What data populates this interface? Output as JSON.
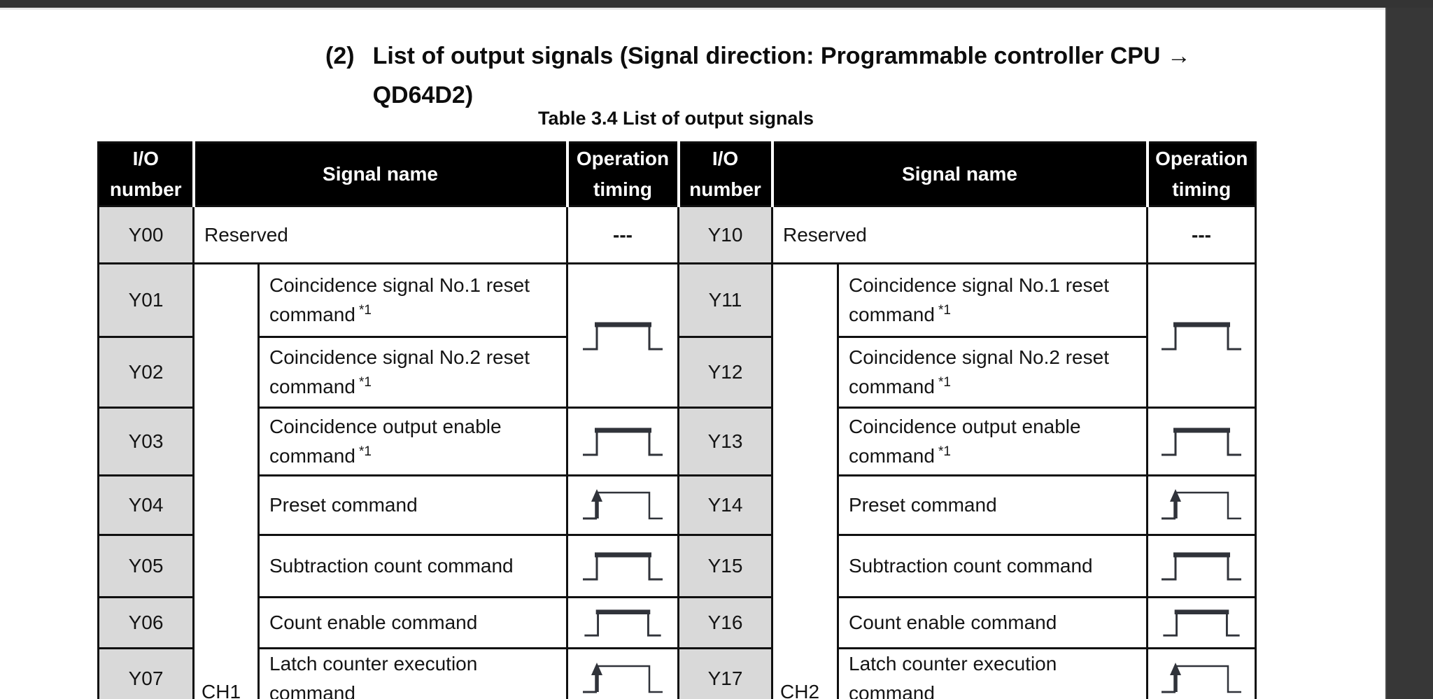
{
  "doc": {
    "heading": {
      "number": "(2)",
      "line1": "List of output signals (Signal direction: Programmable controller CPU →",
      "line2": "QD64D2)"
    },
    "caption": "Table 3.4 List of output signals"
  },
  "signals": {
    "header": {
      "io": "I/O number",
      "signal": "Signal name",
      "timing": "Operation timing"
    },
    "left": {
      "channel": "CH1",
      "rows": [
        {
          "io": "Y00",
          "name": "Reserved",
          "timing": "---"
        },
        {
          "io": "Y01",
          "name": "Coincidence signal No.1 reset command",
          "footnote": "*1",
          "timing": "pulse",
          "timing_note": "single pulse shared with Y02 row"
        },
        {
          "io": "Y02",
          "name": "Coincidence signal No.2 reset command",
          "footnote": "*1"
        },
        {
          "io": "Y03",
          "name": "Coincidence output enable command",
          "footnote": "*1",
          "timing": "pulse"
        },
        {
          "io": "Y04",
          "name": "Preset command",
          "timing": "rising-edge pulse"
        },
        {
          "io": "Y05",
          "name": "Subtraction count command",
          "timing": "pulse"
        },
        {
          "io": "Y06",
          "name": "Count enable command",
          "timing": "pulse"
        },
        {
          "io": "Y07",
          "name": "Latch counter execution command",
          "timing": "rising-edge pulse"
        }
      ]
    },
    "right": {
      "channel": "CH2",
      "rows": [
        {
          "io": "Y10",
          "name": "Reserved",
          "timing": "---"
        },
        {
          "io": "Y11",
          "name": "Coincidence signal No.1 reset command",
          "footnote": "*1",
          "timing": "pulse",
          "timing_note": "single pulse shared with Y12 row"
        },
        {
          "io": "Y12",
          "name": "Coincidence signal No.2 reset command",
          "footnote": "*1"
        },
        {
          "io": "Y13",
          "name": "Coincidence output enable command",
          "footnote": "*1",
          "timing": "pulse"
        },
        {
          "io": "Y14",
          "name": "Preset command",
          "timing": "rising-edge pulse"
        },
        {
          "io": "Y15",
          "name": "Subtraction count command",
          "timing": "pulse"
        },
        {
          "io": "Y16",
          "name": "Count enable command",
          "timing": "pulse"
        },
        {
          "io": "Y17",
          "name": "Latch counter execution command",
          "timing": "rising-edge pulse"
        }
      ]
    }
  }
}
